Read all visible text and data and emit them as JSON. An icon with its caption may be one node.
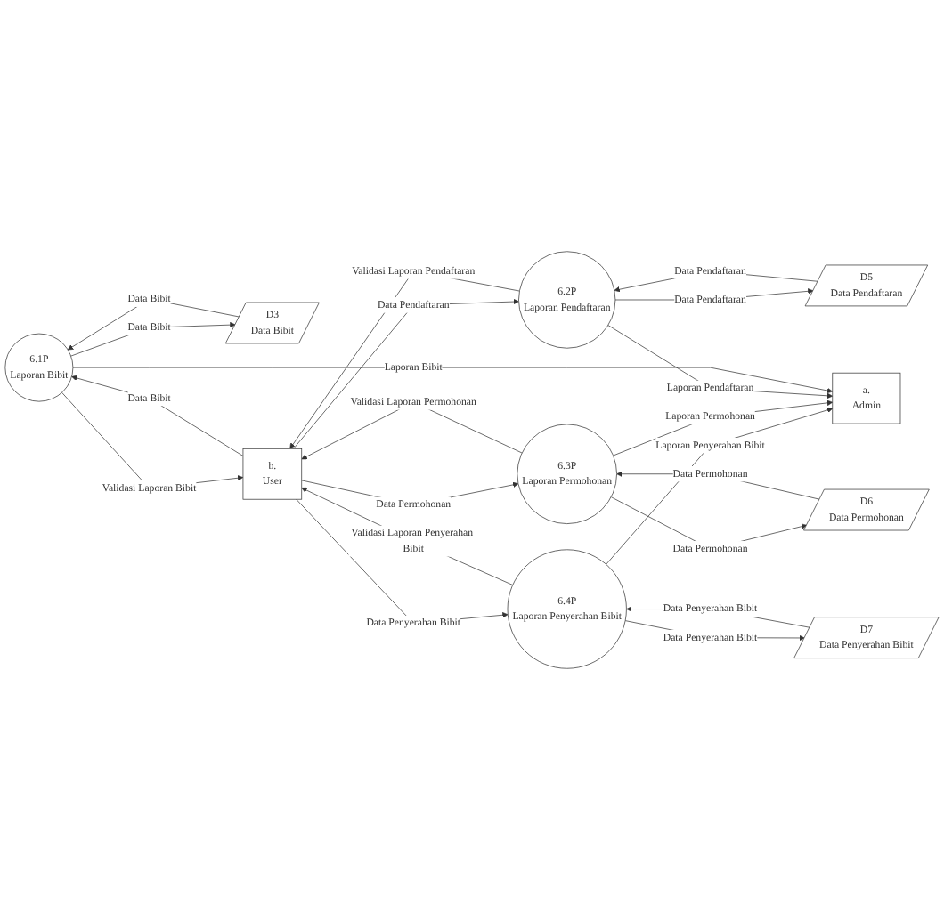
{
  "diagram": {
    "nodes": [
      {
        "text": [
          "a.",
          "Admin"
        ]
      },
      {
        "text": [
          "6.1P",
          "Laporan Bibit"
        ]
      },
      {
        "text": [
          "D3",
          "Data Bibit"
        ]
      },
      {
        "text": [
          "6.2P",
          "Laporan Pendaftaran"
        ]
      },
      {
        "text": [
          "D5",
          "Data Pendaftaran"
        ]
      },
      {
        "text": [
          "b.",
          "User"
        ]
      },
      {
        "text": [
          "6.3P",
          "Laporan Permohonan"
        ]
      },
      {
        "text": [
          "D6",
          "Data Permohonan"
        ]
      },
      {
        "text": [
          "6.4P",
          "Laporan Penyerahan Bibit"
        ]
      },
      {
        "text": [
          "D7",
          "Data Penyerahan Bibit"
        ]
      }
    ],
    "edges": [
      {
        "from": 8,
        "to": 0,
        "arrow": "to",
        "label": "Laporan Penyerahan Bibit"
      },
      {
        "from": 6,
        "to": 0,
        "arrow": "to",
        "label": "Laporan Permohonan"
      },
      {
        "from": 3,
        "to": 0,
        "arrow": "to",
        "label": "Laporan Pendaftaran"
      },
      {
        "from": 1,
        "to": 0,
        "arrow": "to",
        "label": "Laporan Bibit"
      },
      {
        "from": 1,
        "to": 5,
        "arrow": "to",
        "label": "Validasi Laporan Bibit"
      },
      {
        "from": 5,
        "to": 1,
        "arrow": "to",
        "label": "Data Bibit"
      },
      {
        "from": 2,
        "to": 1,
        "arrow": "to",
        "label": "Data Bibit"
      },
      {
        "from": 1,
        "to": 2,
        "arrow": "to",
        "label": "Data Bibit"
      },
      {
        "from": 3,
        "to": 5,
        "arrow": "to",
        "label": "Validasi Laporan Pendaftaran"
      },
      {
        "from": 5,
        "to": 3,
        "arrow": "to",
        "label": "Data Pendaftaran"
      },
      {
        "from": 4,
        "to": 3,
        "arrow": "to",
        "label": "Data Pendaftaran"
      },
      {
        "from": 3,
        "to": 4,
        "arrow": "to",
        "label": "Data Pendaftaran"
      },
      {
        "from": 6,
        "to": 5,
        "arrow": "to",
        "label": "Validasi Laporan Permohonan"
      },
      {
        "from": 5,
        "to": 6,
        "arrow": "to",
        "label": "Data Permohonan"
      },
      {
        "from": 7,
        "to": 6,
        "arrow": "to",
        "label": "Data Permohonan"
      },
      {
        "from": 6,
        "to": 7,
        "arrow": "to",
        "label": "Data Permohonan"
      },
      {
        "from": 8,
        "to": 5,
        "arrow": "to",
        "label": "Validasi Laporan Penyerahan Bibit"
      },
      {
        "from": 5,
        "to": 8,
        "arrow": "to",
        "label": "Data Penyerahan Bibit"
      },
      {
        "from": 9,
        "to": 8,
        "arrow": "to",
        "label": "Data Penyerahan Bibit"
      },
      {
        "from": 8,
        "to": 9,
        "arrow": "to",
        "label": "Data Penyerahan Bibit"
      }
    ]
  }
}
